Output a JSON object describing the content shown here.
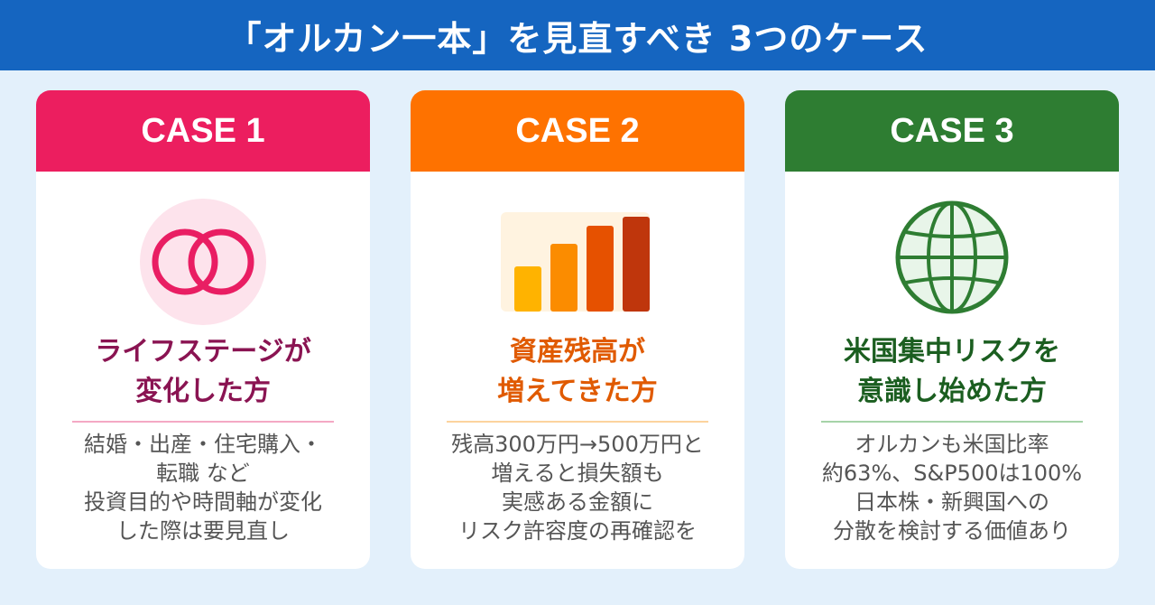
{
  "header": {
    "title": "「オルカン一本」を見直すべき 3つのケース"
  },
  "colors": {
    "banner": "#1565c0",
    "background": "#e3f0fb",
    "case1": "#ec1e5f",
    "case2": "#fe7200",
    "case3": "#2e7d32"
  },
  "cards": [
    {
      "label": "CASE 1",
      "icon": "interlocking-rings-icon",
      "title_lines": [
        "ライフステージが",
        "変化した方"
      ],
      "desc_lines": [
        "結婚・出産・住宅購入・",
        "転職 など",
        "投資目的や時間軸が変化",
        "した際は要見直し"
      ]
    },
    {
      "label": "CASE 2",
      "icon": "growth-bar-chart-icon",
      "title_lines": [
        "資産残高が",
        "増えてきた方"
      ],
      "desc_lines": [
        "残高300万円→500万円と",
        "増えると損失額も",
        "実感ある金額に",
        "リスク許容度の再確認を"
      ]
    },
    {
      "label": "CASE 3",
      "icon": "globe-icon",
      "title_lines": [
        "米国集中リスクを",
        "意識し始めた方"
      ],
      "desc_lines": [
        "オルカンも米国比率",
        "約63%、S&P500は100%",
        "日本株・新興国への",
        "分散を検討する価値あり"
      ]
    }
  ]
}
